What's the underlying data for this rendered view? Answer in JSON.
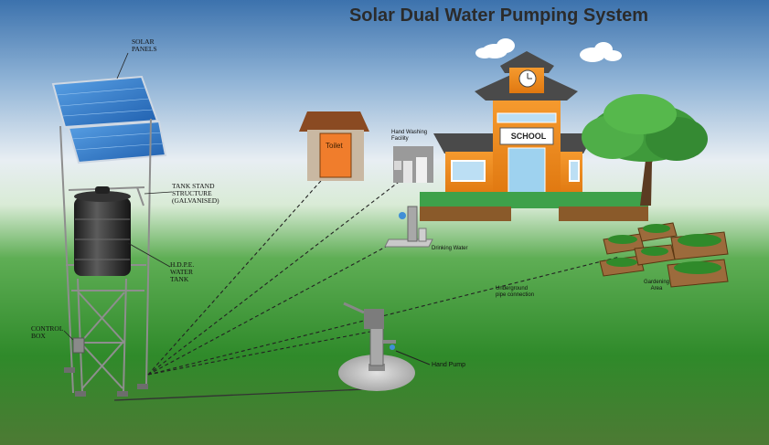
{
  "title": "Solar Dual Water Pumping System",
  "labels": {
    "solar_panels": [
      "SOLAR",
      "PANELS"
    ],
    "tank_stand": [
      "TANK STAND",
      "STRUCTURE",
      "(GALVANISED)"
    ],
    "tank": [
      "H.D.P.E.",
      "WATER",
      "TANK"
    ],
    "control_box": [
      "CONTROL",
      "BOX"
    ],
    "toilet": "Toilet",
    "school": "SCHOOL",
    "hand_washing": [
      "Hand Washing",
      "Facility"
    ],
    "drinking_water": "Drinking Water",
    "underground_pipe": [
      "Underground",
      "pipe connection"
    ],
    "gardening": [
      "Gardening",
      "Area"
    ],
    "hand_pump": "Hand Pump"
  },
  "colors": {
    "sky": "#3c72ad",
    "grass": "#2f8a2a",
    "school_orange": "#f08a1e",
    "roof_gray": "#4a4a4a",
    "panel_blue": "#2f78c8"
  }
}
